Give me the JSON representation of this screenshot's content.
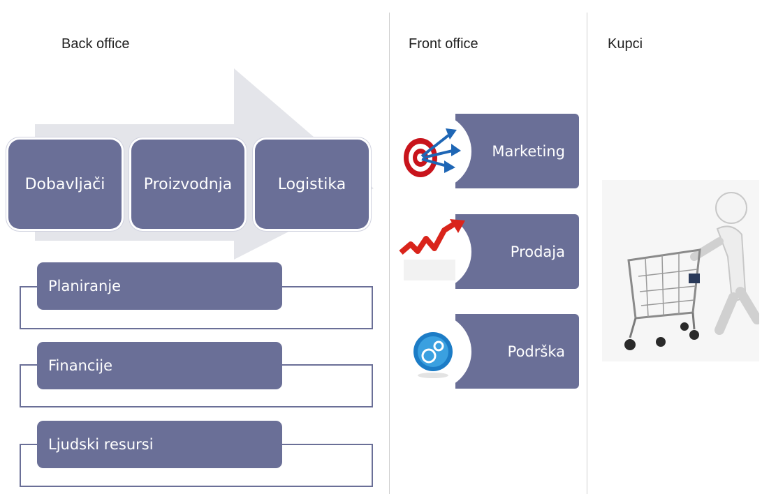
{
  "columns": {
    "back_office": "Back office",
    "front_office": "Front office",
    "customers": "Kupci"
  },
  "back_office": {
    "chain": [
      "Dobavljači",
      "Proizvodnja",
      "Logistika"
    ],
    "support": [
      "Planiranje",
      "Financije",
      "Ljudski resursi"
    ]
  },
  "front_office": {
    "items": [
      "Marketing",
      "Prodaja",
      "Podrška"
    ]
  },
  "icons": [
    "target-with-darts-icon",
    "rising-chart-arrow-icon",
    "gears-globe-icon",
    "figure-pushing-shopping-cart-icon"
  ],
  "colors": {
    "box": "#6a6f97",
    "arrow": "#e4e5ea",
    "divider": "#cfcfcf"
  }
}
